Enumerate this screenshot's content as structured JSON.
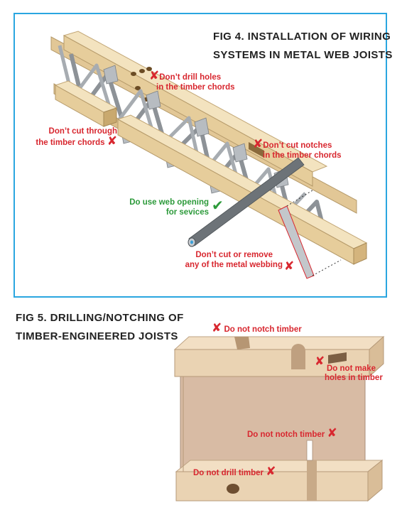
{
  "fig4": {
    "title_line1": "FIG 4. INSTALLATION OF WIRING",
    "title_line2": "SYSTEMS IN METAL WEB JOISTS",
    "labels": {
      "drill_1": "Don’t drill holes",
      "drill_2": "in the timber chords",
      "cut_through_1": "Don’t cut through",
      "cut_through_2": "the timber chords",
      "notches_1": "Don’t cut notches",
      "notches_2": "in the timber chords",
      "web_1": "Do use web opening",
      "web_2": "for sevices",
      "webbing_1": "Don’t cut or remove",
      "webbing_2": "any of the metal webbing"
    }
  },
  "fig5": {
    "title_line1": "FIG 5. DRILLING/NOTCHING OF",
    "title_line2": "TIMBER-ENGINEERED JOISTS",
    "labels": {
      "notch_top": "Do not notch timber",
      "holes_1": "Do not make",
      "holes_2": "holes in timber",
      "notch_mid": "Do not notch timber",
      "drill": "Do not drill timber"
    }
  },
  "symbols": {
    "cross": "✘",
    "check": "✔"
  },
  "colors": {
    "frame": "#2aa6e0",
    "warning_red": "#d8272f",
    "ok_green": "#2c9a3a",
    "timber": "#ecd6a8",
    "panel": "#d7b9a2"
  }
}
